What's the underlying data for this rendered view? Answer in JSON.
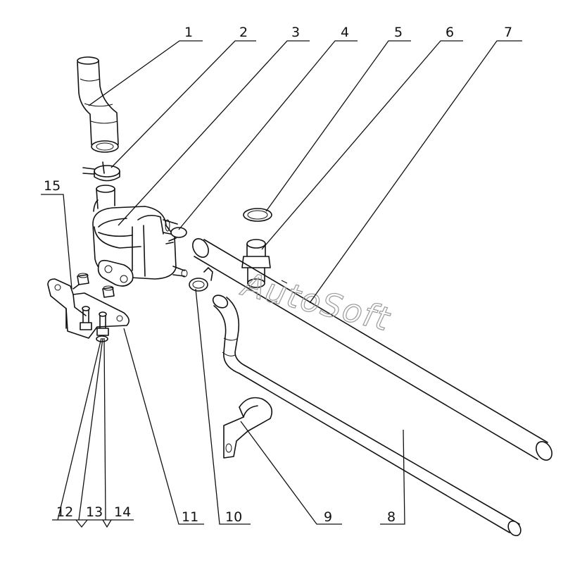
{
  "diagram": {
    "callouts": [
      {
        "id": "1",
        "label": "1"
      },
      {
        "id": "2",
        "label": "2"
      },
      {
        "id": "3",
        "label": "3"
      },
      {
        "id": "4",
        "label": "4"
      },
      {
        "id": "5",
        "label": "5"
      },
      {
        "id": "6",
        "label": "6"
      },
      {
        "id": "7",
        "label": "7"
      },
      {
        "id": "8",
        "label": "8"
      },
      {
        "id": "9",
        "label": "9"
      },
      {
        "id": "10",
        "label": "10"
      },
      {
        "id": "11",
        "label": "11"
      },
      {
        "id": "12",
        "label": "12"
      },
      {
        "id": "13",
        "label": "13"
      },
      {
        "id": "14",
        "label": "14"
      },
      {
        "id": "15",
        "label": "15"
      }
    ],
    "watermark": "AutoSoft"
  }
}
